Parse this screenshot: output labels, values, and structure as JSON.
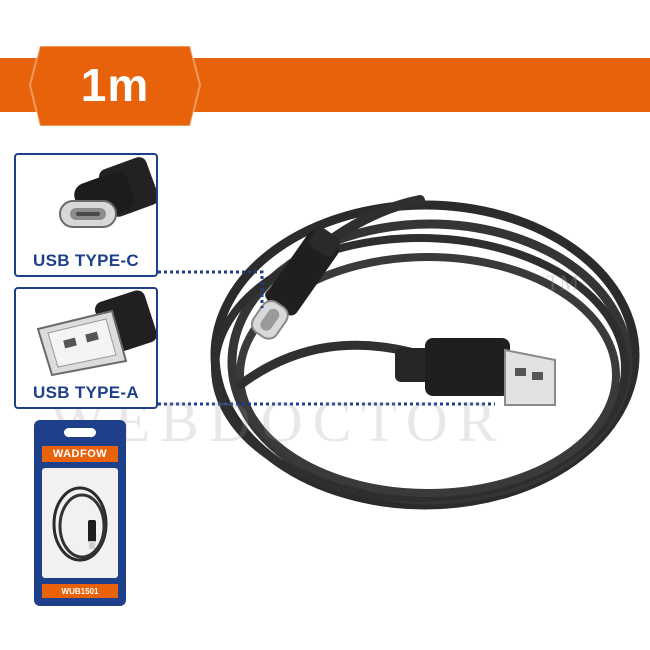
{
  "banner": {
    "length_label": "1m",
    "color": "#e8620b"
  },
  "connectors": {
    "type_c_label": "USB TYPE-C",
    "type_a_label": "USB TYPE-A",
    "accent_color": "#1e3f8a"
  },
  "package": {
    "brand": "WADFOW",
    "model": "WUB1501"
  },
  "watermark": {
    "text": "WEBDOCTOR",
    "mark": "TM"
  },
  "icons": [
    "usb-type-c-connector-icon",
    "usb-type-a-connector-icon",
    "coiled-cable-illustration"
  ]
}
